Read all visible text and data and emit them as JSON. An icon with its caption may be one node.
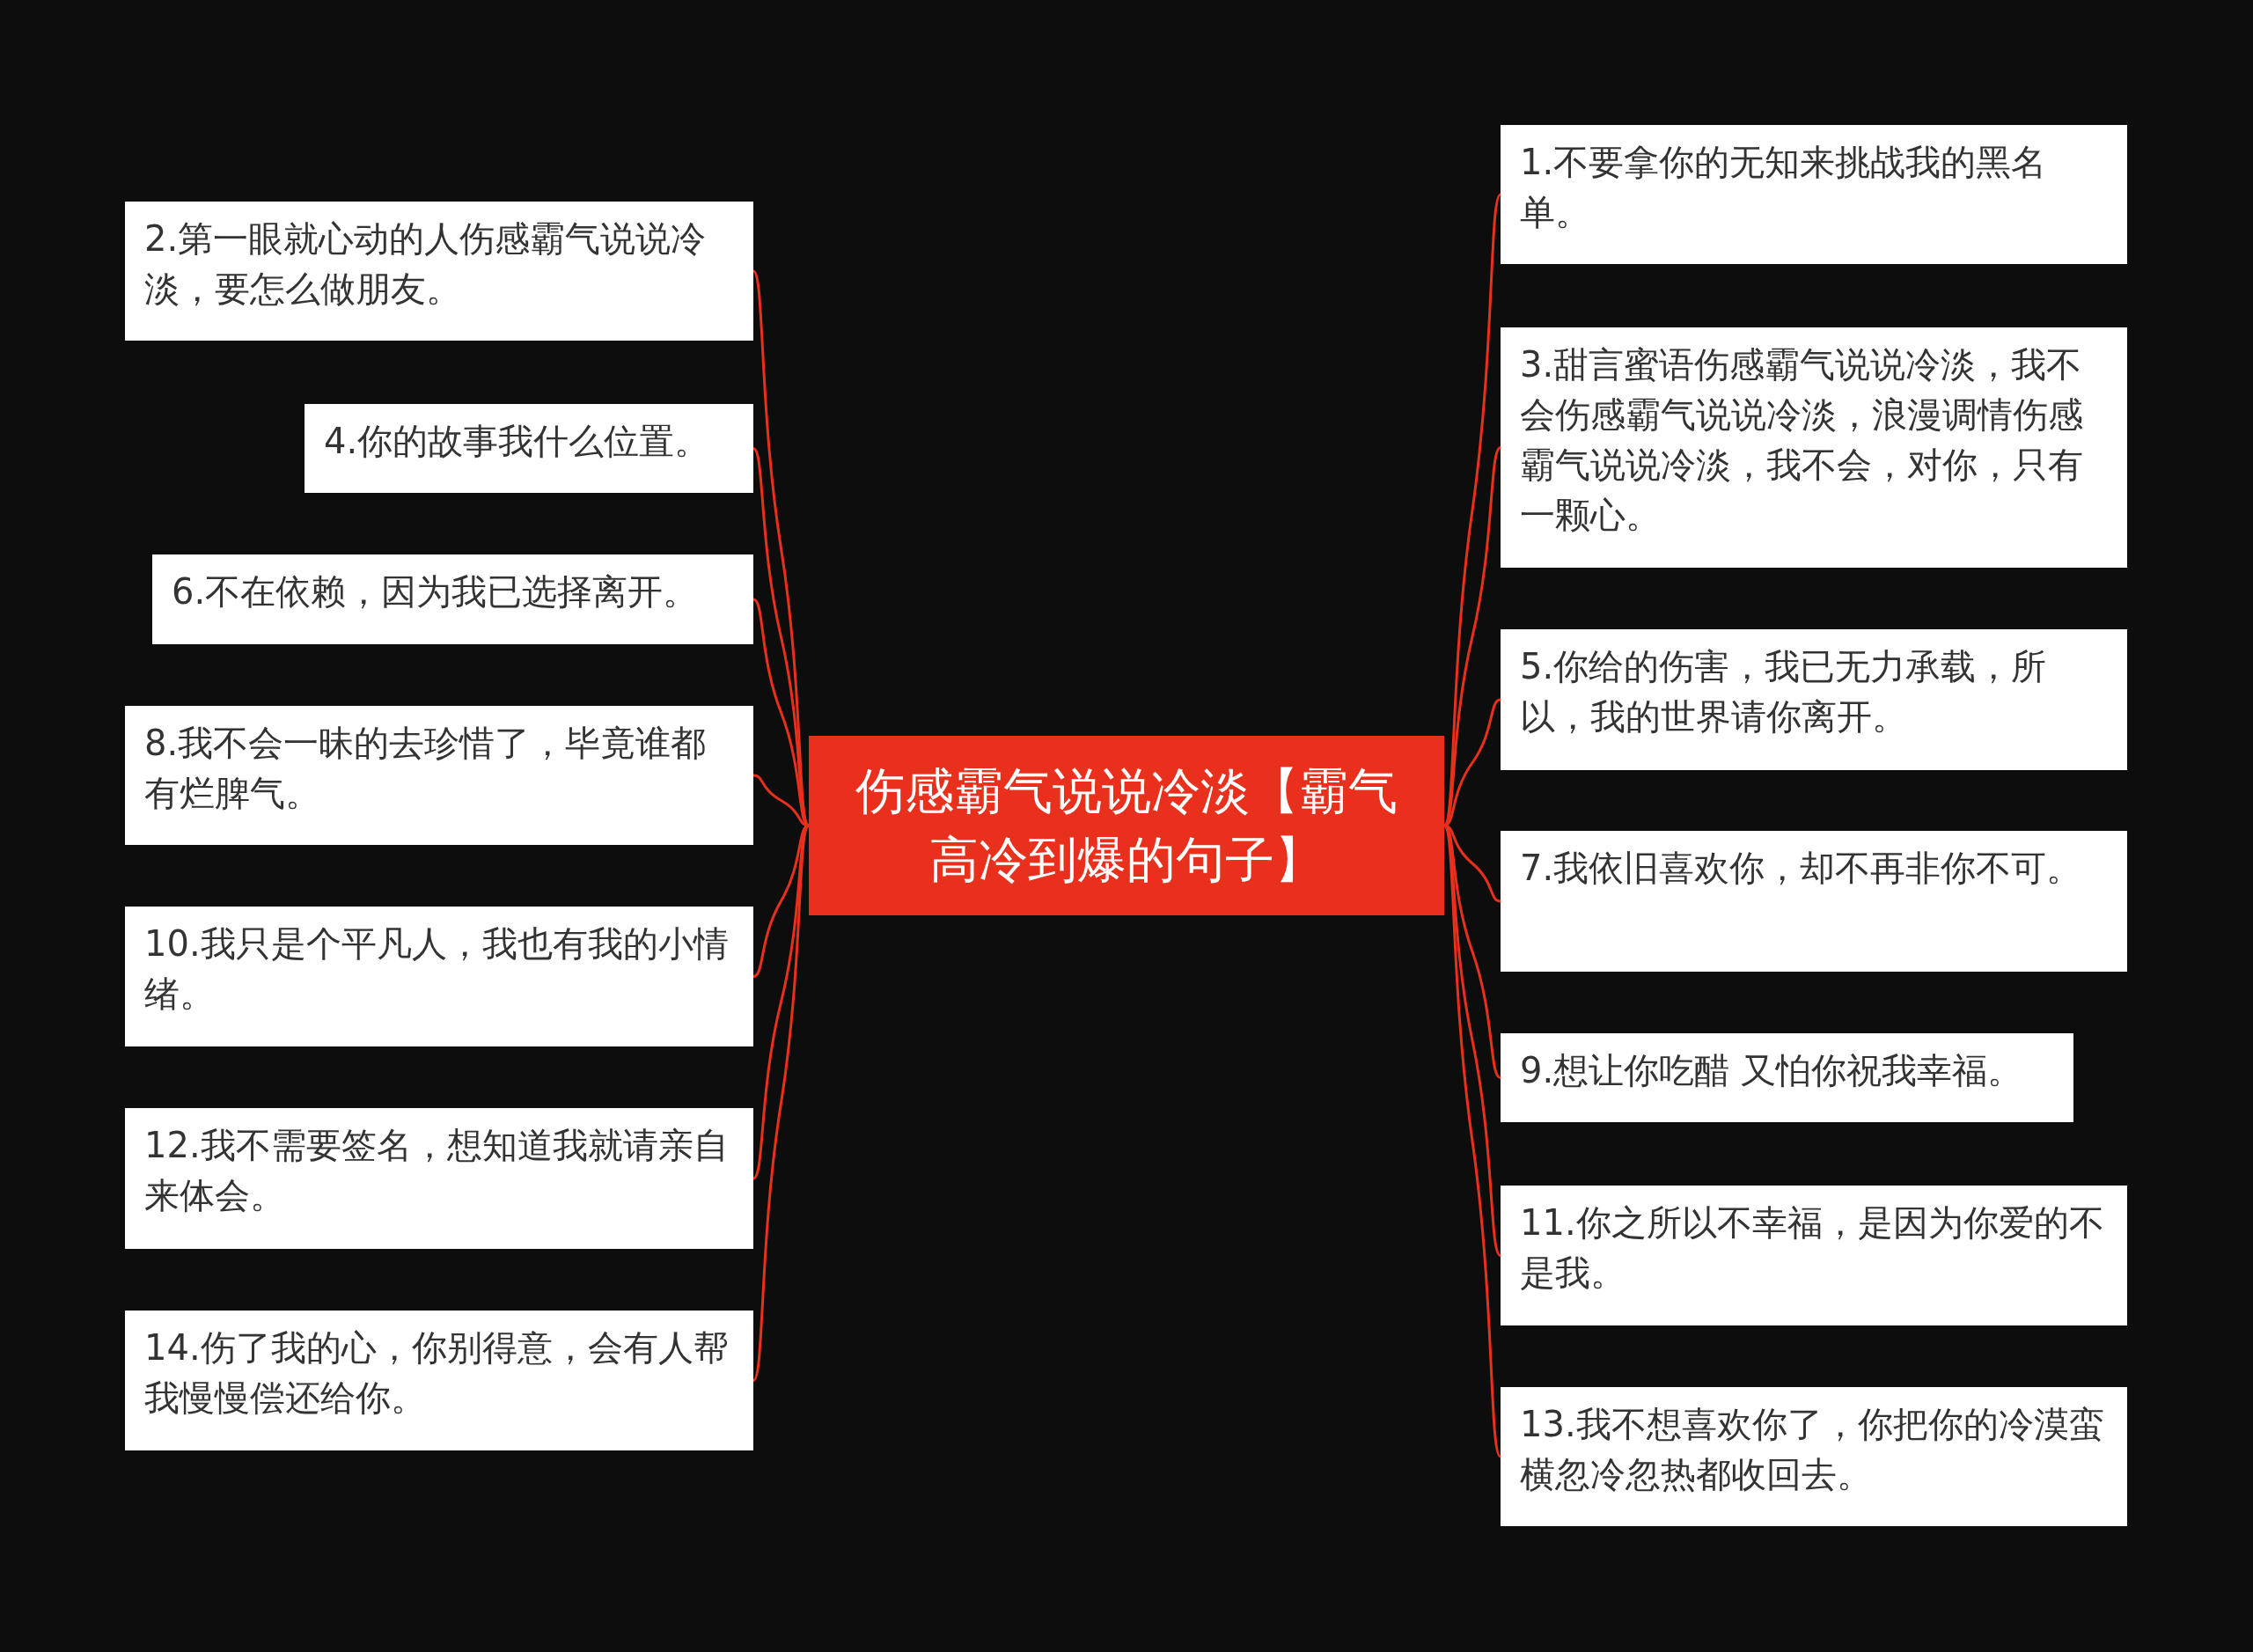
{
  "diagram": {
    "nodes": [
      {
        "text": [
          "伤感霸气说说冷淡【霸气高冷到爆的句子】"
        ]
      },
      {
        "text": [
          "1.不要拿你的无知来挑战我的黑名单。"
        ]
      },
      {
        "text": [
          "2.第一眼就心动的人伤感霸气说说冷淡，要怎么做朋友。"
        ]
      },
      {
        "text": [
          "3.甜言蜜语伤感霸气说说冷淡，我不会伤感霸气说说冷淡，浪漫调情伤感霸气说说冷淡，我不会，对你，只有一颗心。"
        ]
      },
      {
        "text": [
          "4.你的故事我什么位置。"
        ]
      },
      {
        "text": [
          "5.你给的伤害，我已无力承载，所以，我的世界请你离开。"
        ]
      },
      {
        "text": [
          "6.不在依赖，因为我已选择离开。"
        ]
      },
      {
        "text": [
          "7.我依旧喜欢你，却不再非你不可。"
        ]
      },
      {
        "text": [
          "8.我不会一昧的去珍惜了，毕竟谁都有烂脾气。"
        ]
      },
      {
        "text": [
          "9.想让你吃醋 又怕你祝我幸福。"
        ]
      },
      {
        "text": [
          "10.我只是个平凡人，我也有我的小情绪。"
        ]
      },
      {
        "text": [
          "11.你之所以不幸福，是因为你爱的不是我。"
        ]
      },
      {
        "text": [
          "12.我不需要签名，想知道我就请亲自来体会。"
        ]
      },
      {
        "text": [
          "13.我不想喜欢你了，你把你的冷漠蛮横忽冷忽热都收回去。"
        ]
      },
      {
        "text": [
          "14.伤了我的心，你别得意，会有人帮我慢慢偿还给你。"
        ]
      }
    ],
    "edges": [
      {
        "from": 0,
        "to": 1,
        "arrow": "none"
      },
      {
        "from": 0,
        "to": 2,
        "arrow": "none"
      },
      {
        "from": 0,
        "to": 3,
        "arrow": "none"
      },
      {
        "from": 0,
        "to": 4,
        "arrow": "none"
      },
      {
        "from": 0,
        "to": 5,
        "arrow": "none"
      },
      {
        "from": 0,
        "to": 6,
        "arrow": "none"
      },
      {
        "from": 0,
        "to": 7,
        "arrow": "none"
      },
      {
        "from": 0,
        "to": 8,
        "arrow": "none"
      },
      {
        "from": 0,
        "to": 9,
        "arrow": "none"
      },
      {
        "from": 0,
        "to": 10,
        "arrow": "none"
      },
      {
        "from": 0,
        "to": 11,
        "arrow": "none"
      },
      {
        "from": 0,
        "to": 12,
        "arrow": "none"
      },
      {
        "from": 0,
        "to": 13,
        "arrow": "none"
      },
      {
        "from": 0,
        "to": 14,
        "arrow": "none"
      }
    ]
  }
}
